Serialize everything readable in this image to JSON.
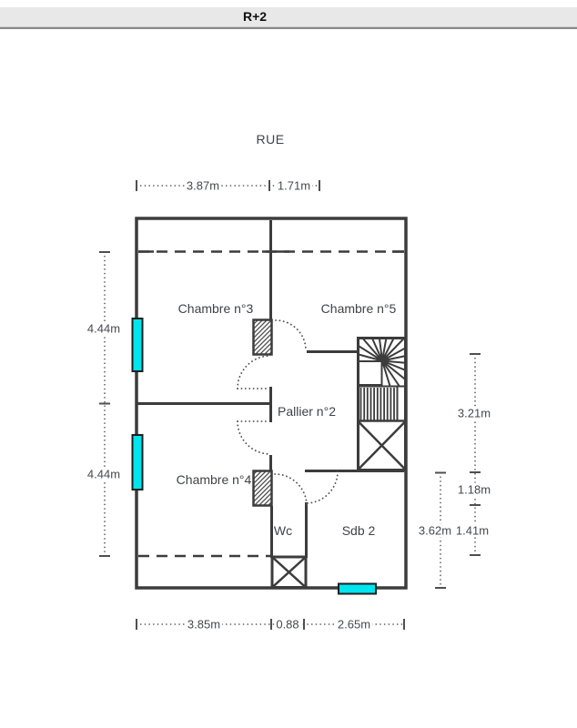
{
  "header": {
    "title": "R+2"
  },
  "street_label": "RUE",
  "rooms": {
    "chambre3": "Chambre n°3",
    "chambre5": "Chambre n°5",
    "pallier": "Pallier n°2",
    "chambre4": "Chambre n°4",
    "wc": "Wc",
    "sdb": "Sdb 2"
  },
  "dimensions": {
    "top": [
      "3.87m",
      "1.71m"
    ],
    "bottom": [
      "3.85m",
      "0.88",
      "2.65m"
    ],
    "left": [
      "4.44m",
      "4.44m"
    ],
    "right": [
      "3.21m",
      "1.18m",
      "1.41m",
      "3.62m"
    ]
  },
  "colors": {
    "wall": "#3c3c3c",
    "window_glass": "#00e5ee",
    "dimension": "#4f4f4f",
    "header_bg": "#e8e8e8",
    "header_border": "#8a8a8a",
    "text": "#3f4347"
  }
}
